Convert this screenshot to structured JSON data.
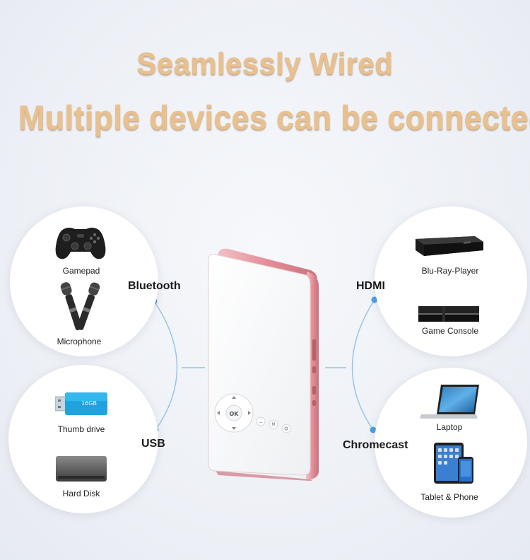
{
  "headline": {
    "line1": "Seamlessly Wired",
    "line2": "Multiple devices can be connected"
  },
  "connections": {
    "bluetooth": "Bluetooth",
    "usb": "USB",
    "hdmi": "HDMI",
    "chromecast": "Chromecast"
  },
  "devices": {
    "gamepad": "Gamepad",
    "microphone": "Microphone",
    "thumb_drive": "Thumb drive",
    "hard_disk": "Hard Disk",
    "bluray": "Blu-Ray-Player",
    "game_console": "Game Console",
    "laptop": "Laptop",
    "tablet_phone": "Tablet & Phone"
  },
  "projector": {
    "ok_label": "OK",
    "m_label": "M",
    "accent_color": "#e7a0a8"
  },
  "colors": {
    "headline": "#e9c18f",
    "connector_line": "#8fc4ea",
    "connector_dot": "#4a9fe0",
    "usb_stick": "#1fa3df"
  },
  "usb_stick_text": "16GB"
}
